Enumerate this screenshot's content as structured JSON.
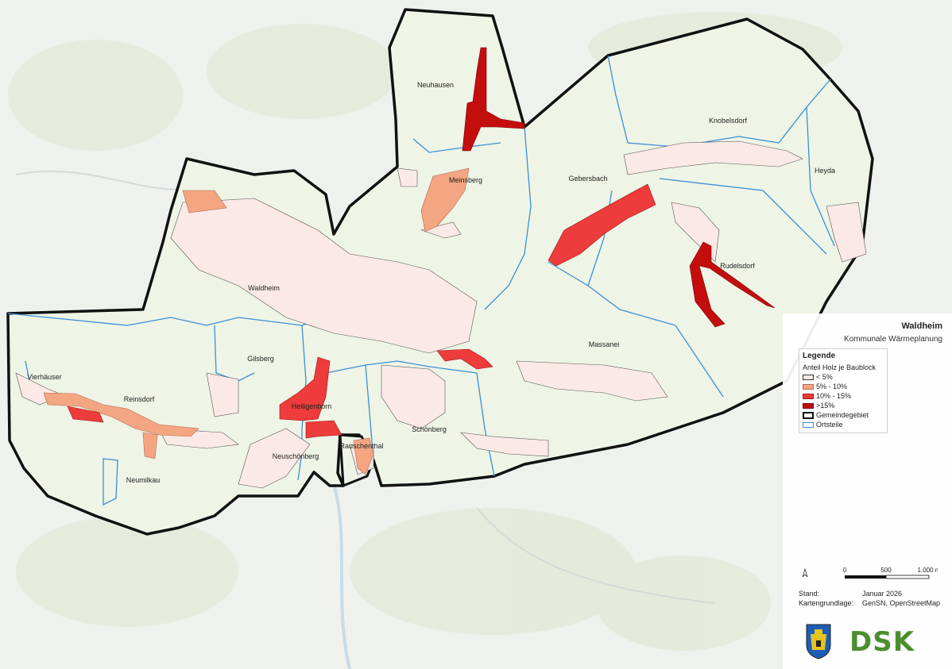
{
  "map": {
    "title": "Waldheim",
    "subtitle": "Kommunale Wärmeplanung",
    "places": [
      "Neuhausen",
      "Knobelsdorf",
      "Meinsberg",
      "Gebersbach",
      "Heyda",
      "Rudelsdorf",
      "Waldheim",
      "Gilsberg",
      "Massanei",
      "Vierhäuser",
      "Reinsdorf",
      "Heiligenborn",
      "Schönberg",
      "Rauschenthal",
      "Neuschönberg",
      "Neumilkau"
    ],
    "colors": {
      "background": "#eef1ec",
      "municipality_fill": "#eef4e6",
      "class_lt5": "#fbe9e7",
      "class_5_10": "#f4a582",
      "class_10_15": "#ee3b3b",
      "class_gt15": "#c40d0d",
      "boundary": "#111111",
      "districts": "#3b8fd6"
    }
  },
  "legend": {
    "title": "Legende",
    "subtitle": "Anteil Holz je Baublock",
    "items": [
      {
        "label": "< 5%",
        "swatch": "lt5"
      },
      {
        "label": "5% - 10%",
        "swatch": "5-10"
      },
      {
        "label": "10% - 15%",
        "swatch": "10-15"
      },
      {
        "label": ">15%",
        "swatch": "gt15"
      },
      {
        "label": "Gemeindegebiet",
        "swatch": "boundary"
      },
      {
        "label": "Ortsteile",
        "swatch": "districts"
      }
    ]
  },
  "scalebar": {
    "labels": [
      "0",
      "500",
      "1.000 m"
    ],
    "north": "N"
  },
  "meta": {
    "stand_label": "Stand:",
    "stand_value": "Januar 2026",
    "basis_label": "Kartengrundlage:",
    "basis_value": "GenSN, OpenStreetMap"
  },
  "logos": {
    "org": "DSK",
    "coat_of_arms": "waldheim-coat-of-arms-icon"
  }
}
